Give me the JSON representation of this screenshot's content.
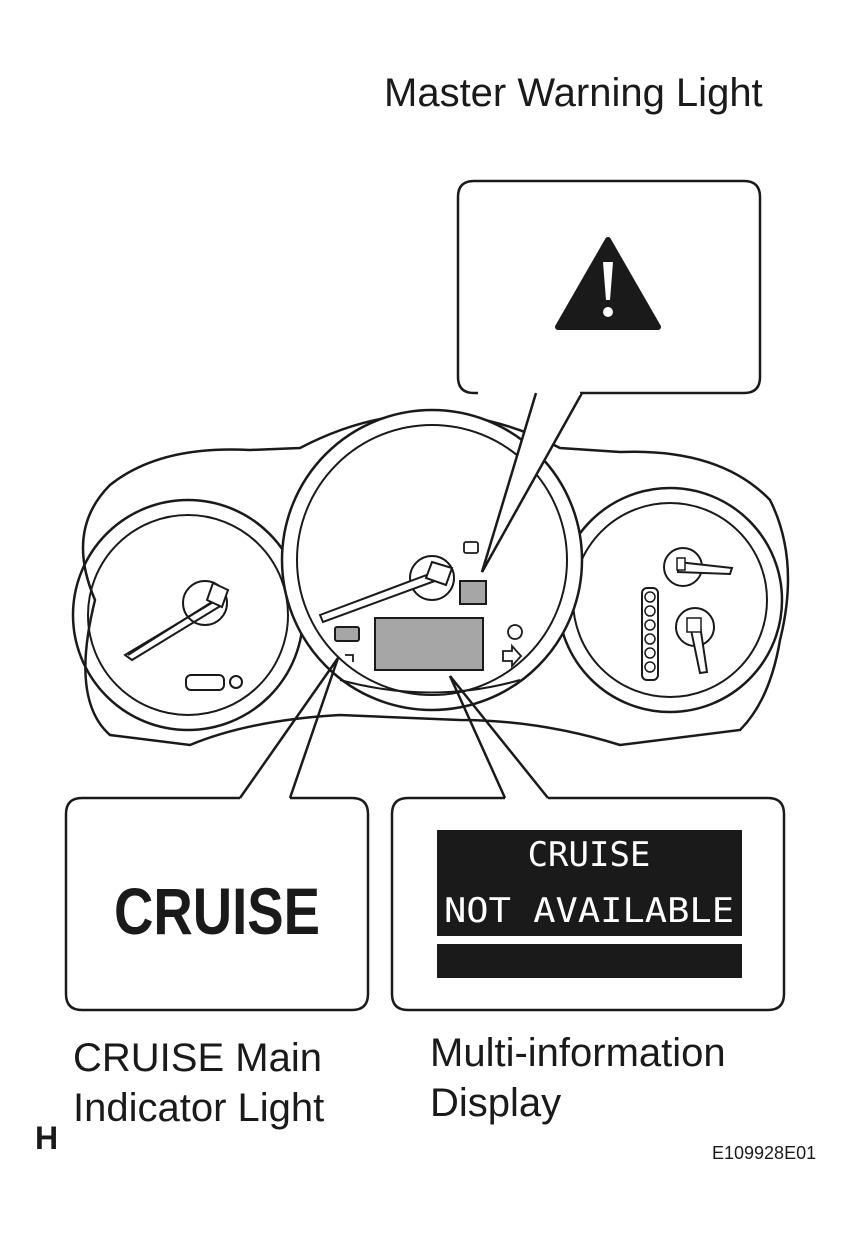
{
  "captions": {
    "master_warning": "Master Warning Light",
    "cruise_main_line1": "CRUISE Main",
    "cruise_main_line2": "Indicator Light",
    "multi_info_line1": "Multi-information",
    "multi_info_line2": "Display"
  },
  "callouts": {
    "cruise_indicator_text": "CRUISE",
    "display_line1": "CRUISE",
    "display_line2": "NOT AVAILABLE"
  },
  "corner_letter": "H",
  "figure_code": "E109928E01",
  "icons": [
    "warning-triangle-icon",
    "fuel-gauge-icon",
    "temperature-gauge-icon"
  ],
  "colors": {
    "line": "#1a1a1a",
    "indicator_fill": "#a6a6a6",
    "lcd_bg": "#1a1a1a",
    "lcd_text": "#ffffff"
  }
}
